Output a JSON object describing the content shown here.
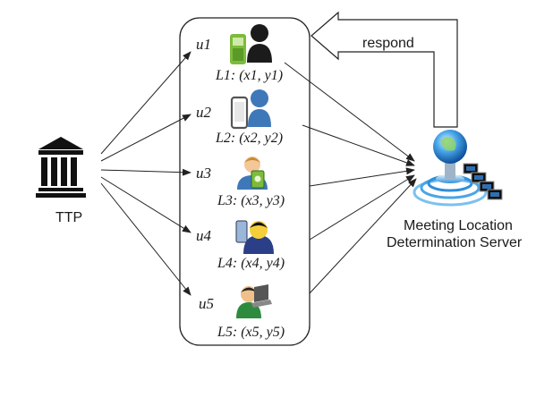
{
  "ttp": {
    "label": "TTP"
  },
  "server": {
    "line1": "Meeting Location",
    "line2": "Determination Server"
  },
  "respond_label": "respond",
  "users": [
    {
      "id": "u1",
      "location": "L1: (x1, y1)"
    },
    {
      "id": "u2",
      "location": "L2: (x2, y2)"
    },
    {
      "id": "u3",
      "location": "L3: (x3, y3)"
    },
    {
      "id": "u4",
      "location": "L4: (x4, y4)"
    },
    {
      "id": "u5",
      "location": "L5: (x5, y5)"
    }
  ],
  "colors": {
    "line": "#222222",
    "person_dark": "#1b1b1b",
    "person_blue": "#3f78b9",
    "phone_green": "#7dbb3c",
    "globe": "#2f8fd8"
  }
}
